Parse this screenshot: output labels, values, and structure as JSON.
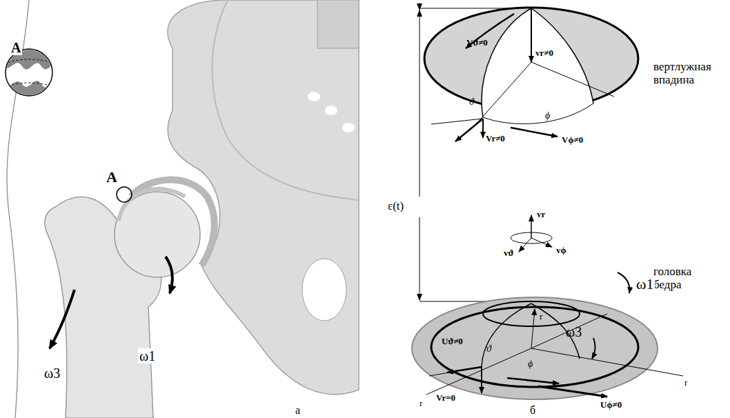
{
  "diagram": {
    "labels": [
      "A",
      "A",
      "ω3",
      "ω1",
      "а",
      "ε(t)",
      "Vϑ≠0",
      "vr≠0",
      "Vr≠0",
      "ϑ",
      "ϕ",
      "Vϕ≠0",
      "вертлужная впадина",
      "vr",
      "vϑ",
      "vϕ",
      "головка бедра",
      "r",
      "Uϑ≠0",
      "ω3",
      "ω1",
      "ϑ",
      "ϕ",
      "Vr=0",
      "Uϕ≠0",
      "r",
      "r",
      "б"
    ]
  }
}
